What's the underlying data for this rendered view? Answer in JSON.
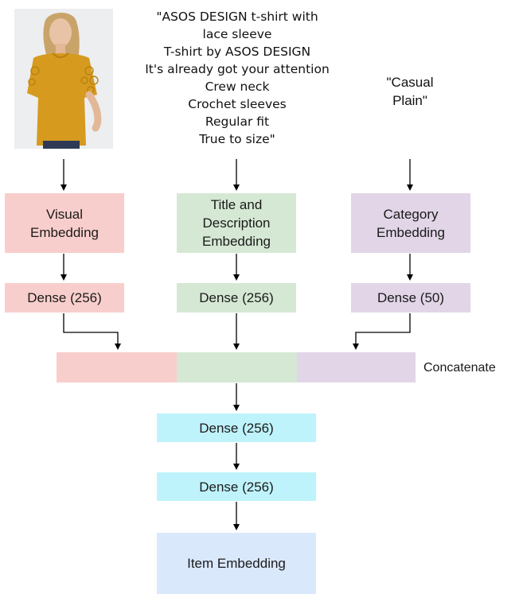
{
  "product_image": {
    "alt": "model wearing mustard t-shirt with lace sleeves"
  },
  "description_lines": [
    "\"ASOS DESIGN t-shirt with",
    "lace sleeve",
    "T-shirt by ASOS DESIGN",
    "It's already got your attention",
    "Crew neck",
    "Crochet sleeves",
    "Regular fit",
    "True to size\""
  ],
  "category_lines": [
    "\"Casual",
    "Plain\""
  ],
  "nodes": {
    "visual_embedding": [
      "Visual",
      "Embedding"
    ],
    "text_embedding": [
      "Title and",
      "Description",
      "Embedding"
    ],
    "category_embedding": [
      "Category",
      "Embedding"
    ],
    "dense_visual": "Dense (256)",
    "dense_text": "Dense (256)",
    "dense_category": "Dense (50)",
    "concatenate_label": "Concatenate",
    "dense_1": "Dense (256)",
    "dense_2": "Dense (256)",
    "item_embedding": "Item Embedding"
  },
  "colors": {
    "visual": "#f8cecc",
    "text": "#d5e8d4",
    "category": "#e1d5e7",
    "dense": "#bff3fb",
    "output": "#dae8fc",
    "shirt": "#d69a1f"
  }
}
